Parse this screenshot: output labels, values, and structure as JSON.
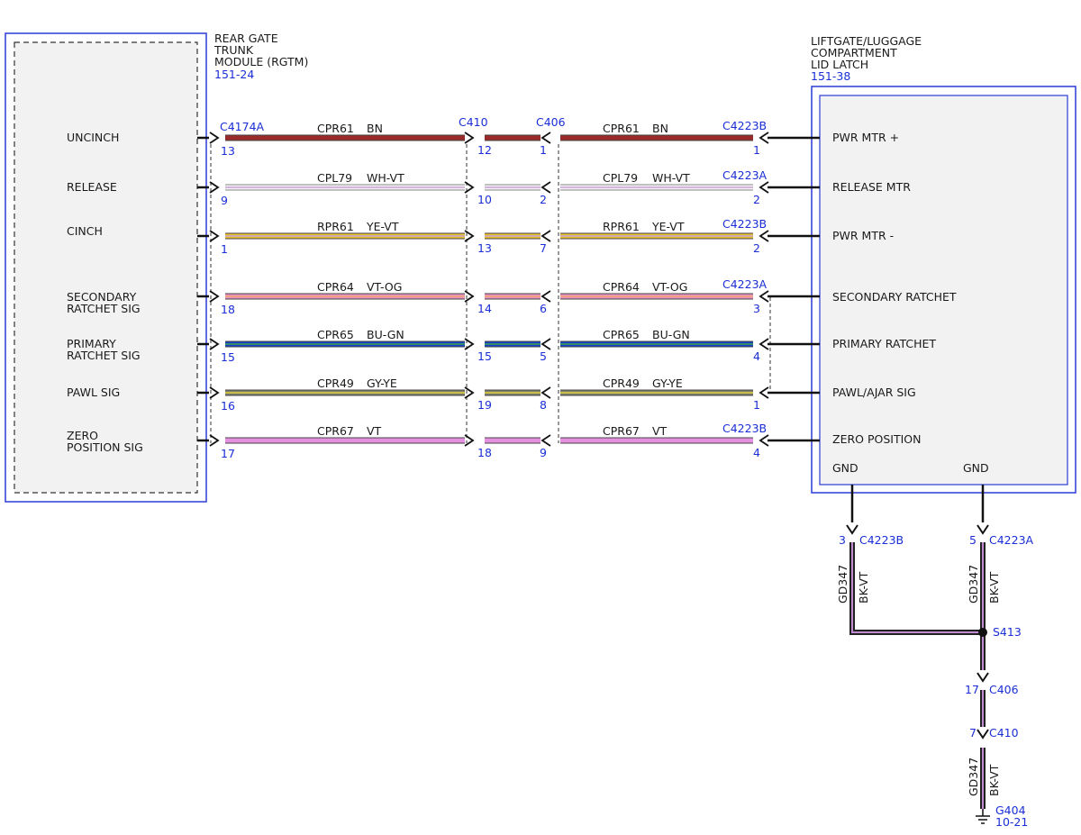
{
  "left_module": {
    "title": [
      "REAR GATE",
      "TRUNK",
      "MODULE (RGTM)"
    ],
    "ref": "151-24",
    "connector": "C4174A",
    "labels": [
      [
        "UNCINCH"
      ],
      [
        "RELEASE"
      ],
      [
        "CINCH"
      ],
      [
        "SECONDARY",
        "RATCHET SIG"
      ],
      [
        "PRIMARY",
        "RATCHET SIG"
      ],
      [
        "PAWL SIG"
      ],
      [
        "ZERO",
        "POSITION SIG"
      ]
    ]
  },
  "right_module": {
    "title": [
      "LIFTGATE/LUGGAGE",
      "COMPARTMENT",
      "LID LATCH"
    ],
    "ref": "151-38",
    "labels": [
      "PWR MTR +",
      "RELEASE MTR",
      "PWR MTR -",
      "SECONDARY RATCHET",
      "PRIMARY RATCHET",
      "PAWL/AJAR SIG",
      "ZERO POSITION"
    ],
    "gnd_labels": [
      "GND",
      "GND"
    ]
  },
  "inline_connectors": {
    "c410": "C410",
    "c406": "C406"
  },
  "circuits": [
    {
      "circuit": "CPR61",
      "color_code": "BN",
      "base": "#9b2a2a",
      "stripe": "",
      "pin_left": "13",
      "pin_c410": "12",
      "pin_c406": "1",
      "right_connector": "C4223B",
      "pin_right": "1"
    },
    {
      "circuit": "CPL79",
      "color_code": "WH-VT",
      "base": "#f4f4f4",
      "stripe": "#c9a0d8",
      "pin_left": "9",
      "pin_c410": "10",
      "pin_c406": "2",
      "right_connector": "C4223A",
      "pin_right": "2"
    },
    {
      "circuit": "RPR61",
      "color_code": "YE-VT",
      "base": "#e8c22c",
      "stripe": "#c9a0d8",
      "pin_left": "1",
      "pin_c410": "13",
      "pin_c406": "7",
      "right_connector": "C4223B",
      "pin_right": "2"
    },
    {
      "circuit": "CPR64",
      "color_code": "VT-OG",
      "base": "#e98fc4",
      "stripe": "#f0a86a",
      "pin_left": "18",
      "pin_c410": "14",
      "pin_c406": "6",
      "right_connector": "C4223A",
      "pin_right": "3"
    },
    {
      "circuit": "CPR65",
      "color_code": "BU-GN",
      "base": "#1a3fc8",
      "stripe": "#3aa84a",
      "pin_left": "15",
      "pin_c410": "15",
      "pin_c406": "5",
      "right_connector": "",
      "pin_right": "4"
    },
    {
      "circuit": "CPR49",
      "color_code": "GY-YE",
      "base": "#7f7f6e",
      "stripe": "#e4d23a",
      "pin_left": "16",
      "pin_c410": "19",
      "pin_c406": "8",
      "right_connector": "",
      "pin_right": "1"
    },
    {
      "circuit": "CPR67",
      "color_code": "VT",
      "base": "#e48fe0",
      "stripe": "",
      "pin_left": "17",
      "pin_c410": "18",
      "pin_c406": "9",
      "right_connector": "C4223B",
      "pin_right": "4"
    }
  ],
  "ground": {
    "left_connector": "C4223B",
    "left_pin": "3",
    "right_connector": "C4223A",
    "right_pin": "5",
    "circuit": "GD347",
    "color_code": "BK-VT",
    "splice": "S413",
    "c406_connector": "C406",
    "c406_pin": "17",
    "c410_connector": "C410",
    "c410_pin": "7",
    "ground_point": "G404",
    "ground_ref": "10-21"
  },
  "colors": {
    "module_border": "#2a3bd6",
    "label_blue": "#1a2fd6",
    "module_fill": "#f2f2f2",
    "gnd_base": "#222222",
    "gnd_stripe": "#c08ad0"
  }
}
